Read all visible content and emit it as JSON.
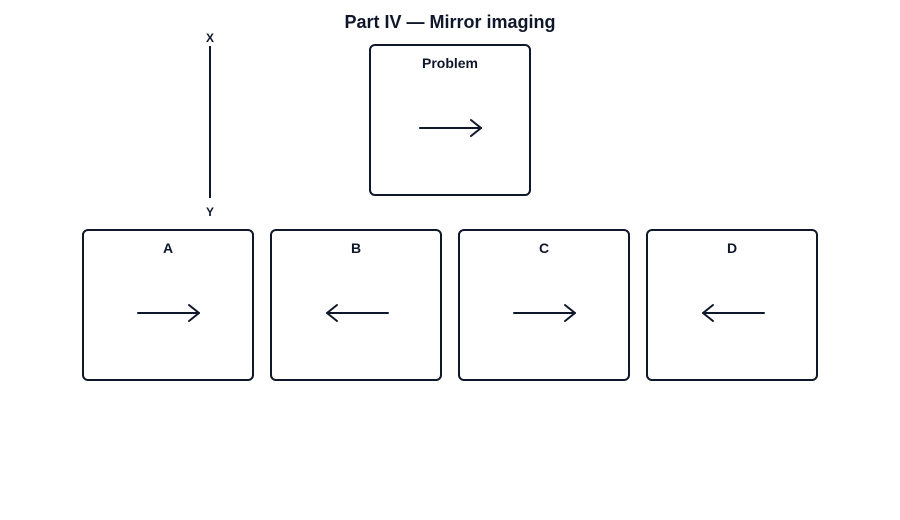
{
  "title": "Part IV — Mirror imaging",
  "mirror_axis": {
    "top_label": "X",
    "bottom_label": "Y",
    "orientation": "vertical"
  },
  "problem": {
    "label": "Problem",
    "arrow_direction": "right",
    "icon": "arrow-right-icon"
  },
  "options": [
    {
      "label": "A",
      "arrow_direction": "right",
      "icon": "arrow-right-icon"
    },
    {
      "label": "B",
      "arrow_direction": "left",
      "icon": "arrow-left-icon"
    },
    {
      "label": "C",
      "arrow_direction": "right",
      "icon": "arrow-right-icon"
    },
    {
      "label": "D",
      "arrow_direction": "left",
      "icon": "arrow-left-icon"
    }
  ],
  "colors": {
    "stroke": "#0f172a",
    "background": "#ffffff"
  }
}
